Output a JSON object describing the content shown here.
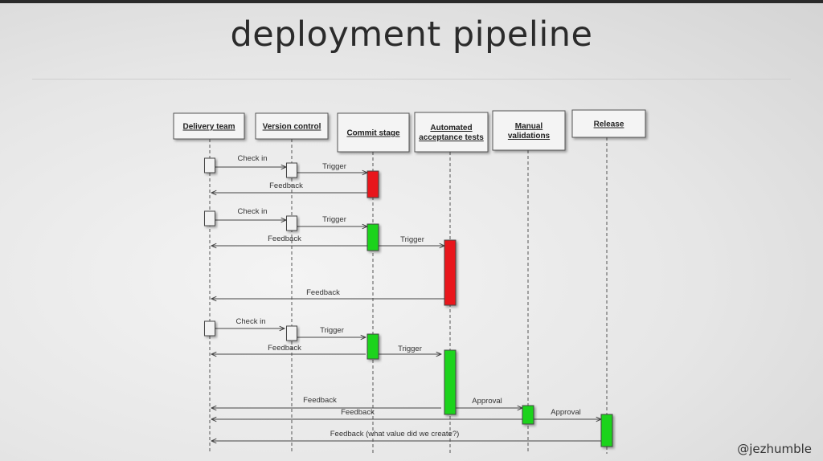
{
  "title": "deployment pipeline",
  "handle": "@jezhumble",
  "colors": {
    "fail": "#e8141f",
    "pass": "#1fd31f",
    "neutral": "#f2f2f2"
  },
  "lanes": [
    {
      "id": "delivery",
      "label_lines": [
        "Delivery team"
      ]
    },
    {
      "id": "version",
      "label_lines": [
        "Version control"
      ]
    },
    {
      "id": "commit",
      "label_lines": [
        "Commit stage"
      ]
    },
    {
      "id": "acceptance",
      "label_lines": [
        "Automated",
        "acceptance tests"
      ]
    },
    {
      "id": "manual",
      "label_lines": [
        "Manual",
        "validations"
      ]
    },
    {
      "id": "release",
      "label_lines": [
        "Release"
      ]
    }
  ],
  "messages": [
    {
      "label": "Check in"
    },
    {
      "label": "Trigger"
    },
    {
      "label": "Feedback"
    },
    {
      "label": "Check in"
    },
    {
      "label": "Trigger"
    },
    {
      "label": "Feedback"
    },
    {
      "label": "Trigger"
    },
    {
      "label": "Feedback"
    },
    {
      "label": "Check in"
    },
    {
      "label": "Trigger"
    },
    {
      "label": "Feedback"
    },
    {
      "label": "Trigger"
    },
    {
      "label": "Feedback"
    },
    {
      "label": "Approval"
    },
    {
      "label": "Feedback"
    },
    {
      "label": "Approval"
    },
    {
      "label": "Feedback (what value did we create?)"
    }
  ]
}
